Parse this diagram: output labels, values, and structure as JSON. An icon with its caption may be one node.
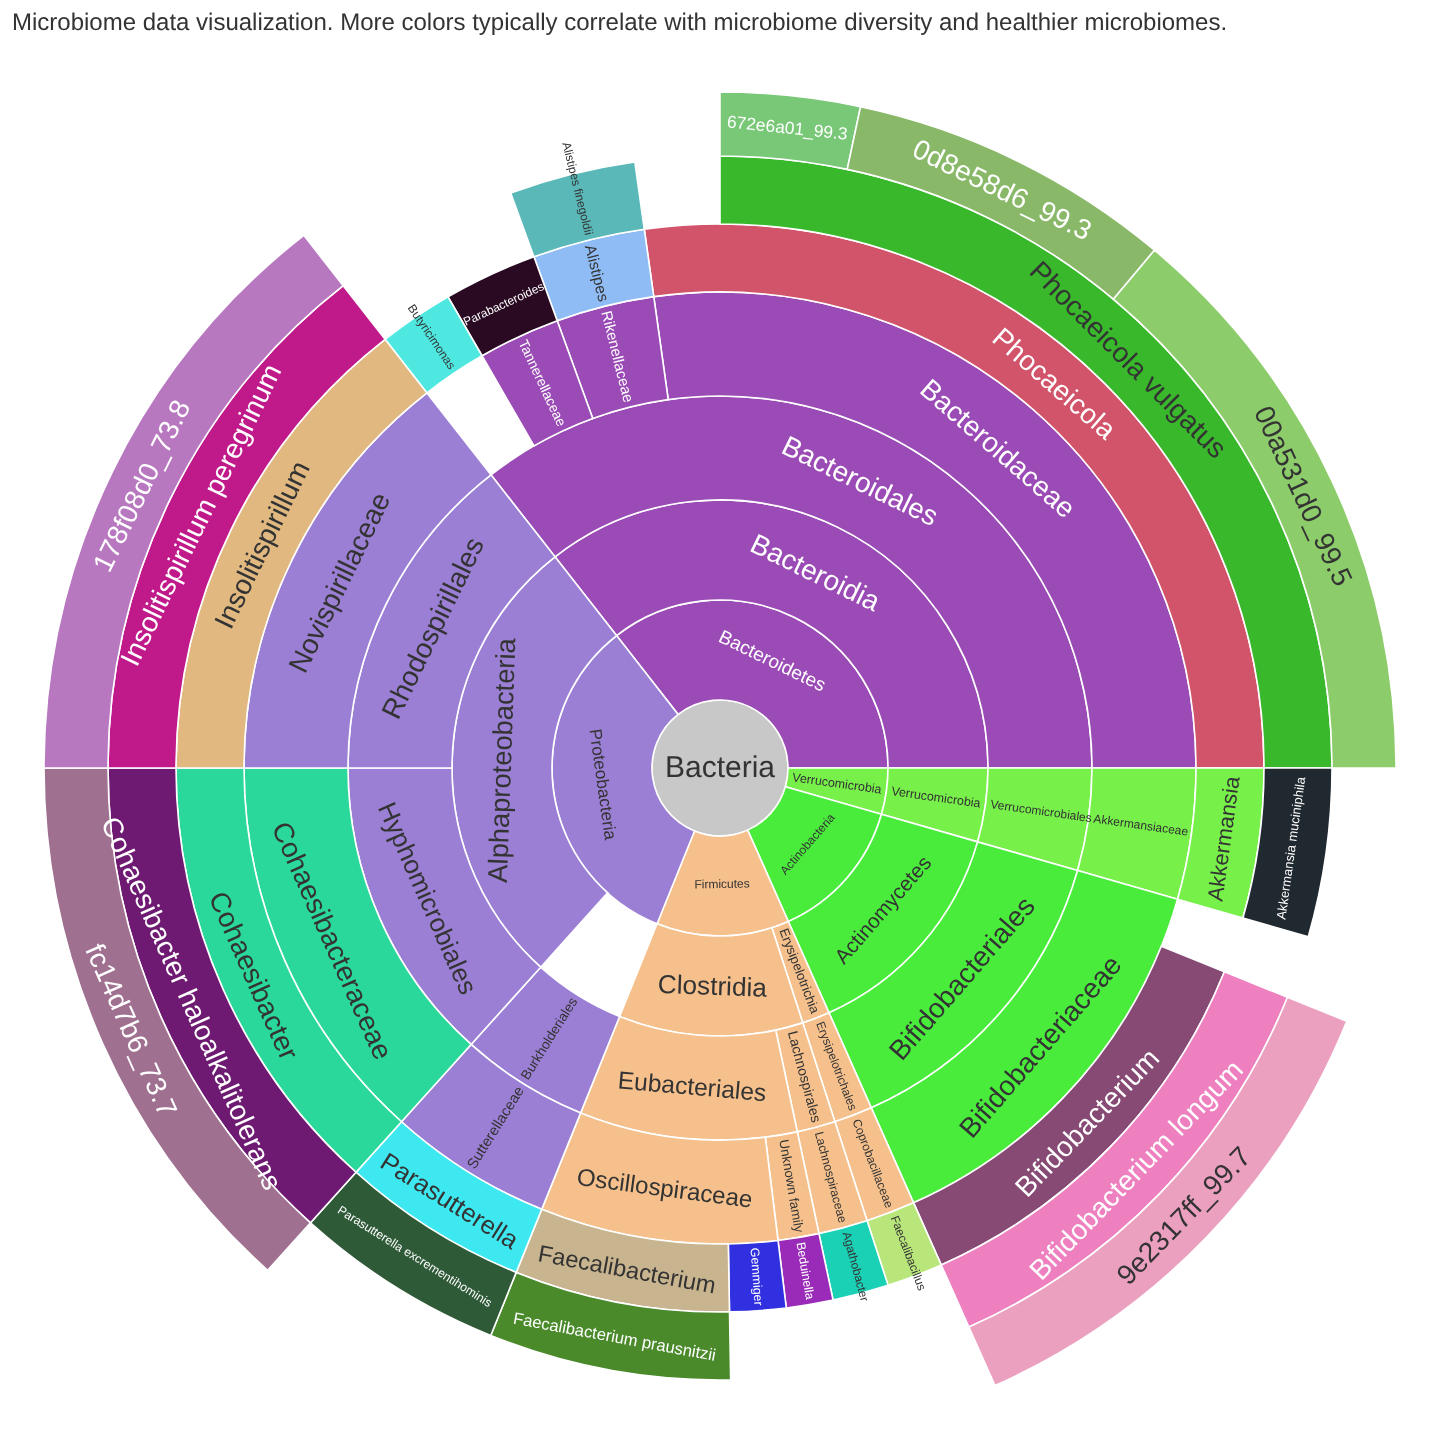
{
  "diagram": {
    "title": "Microbiome data visualization. More colors typically correlate with microbiome diversity and healthier microbiomes.",
    "nodes": [
      {
        "text": [
          "Bacteria"
        ]
      },
      {
        "text": [
          "Bacteroidetes"
        ]
      },
      {
        "text": [
          "Verrucomicrobia"
        ]
      },
      {
        "text": [
          "Actinobacteria"
        ]
      },
      {
        "text": [
          "Firmicutes"
        ]
      },
      {
        "text": [
          "Proteobacteria"
        ]
      },
      {
        "text": [
          "Bacteroidia"
        ]
      },
      {
        "text": [
          "Verrucomicrobia"
        ]
      },
      {
        "text": [
          "Actinomycetes"
        ]
      },
      {
        "text": [
          "Erysipelotrichia"
        ]
      },
      {
        "text": [
          "Clostridia"
        ]
      },
      {
        "text": [
          "Alphaproteobacteria"
        ]
      },
      {
        "text": [
          "Bacteroidales"
        ]
      },
      {
        "text": [
          "Verrucomicrobiales"
        ]
      },
      {
        "text": [
          "Bifidobacteriales"
        ]
      },
      {
        "text": [
          "Erysipelotrichales"
        ]
      },
      {
        "text": [
          "Lachnospirales"
        ]
      },
      {
        "text": [
          "Eubacteriales"
        ]
      },
      {
        "text": [
          "Burkholderiales"
        ]
      },
      {
        "text": [
          "Hyphomicrobiales"
        ]
      },
      {
        "text": [
          "Rhodospirillales"
        ]
      },
      {
        "text": [
          "Bacteroidaceae"
        ]
      },
      {
        "text": [
          "Rikenellaceae"
        ]
      },
      {
        "text": [
          "Tannerellaceae"
        ]
      },
      {
        "text": [
          "Akkermansiaceae"
        ]
      },
      {
        "text": [
          "Bifidobacteriaceae"
        ]
      },
      {
        "text": [
          "Coprobacillaceae"
        ]
      },
      {
        "text": [
          "Lachnospiraceae"
        ]
      },
      {
        "text": [
          "Unknown family"
        ]
      },
      {
        "text": [
          "Oscillospiraceae"
        ]
      },
      {
        "text": [
          "Sutterellaceae"
        ]
      },
      {
        "text": [
          "Cohaesibacteraceae"
        ]
      },
      {
        "text": [
          "Novispirillaceae"
        ]
      },
      {
        "text": [
          "Phocaeicola"
        ]
      },
      {
        "text": [
          "Alistipes"
        ]
      },
      {
        "text": [
          "Parabacteroides"
        ]
      },
      {
        "text": [
          "Butyricimonas"
        ]
      },
      {
        "text": [
          "Akkermansia"
        ]
      },
      {
        "text": [
          "Bifidobacterium"
        ]
      },
      {
        "text": [
          "Faecalibacillus"
        ]
      },
      {
        "text": [
          "Agathobacter"
        ]
      },
      {
        "text": [
          "Beduinella"
        ]
      },
      {
        "text": [
          "Gemmiger"
        ]
      },
      {
        "text": [
          "Faecalibacterium"
        ]
      },
      {
        "text": [
          "Parasutterella"
        ]
      },
      {
        "text": [
          "Cohaesibacter"
        ]
      },
      {
        "text": [
          "Insolitispirillum"
        ]
      },
      {
        "text": [
          "Phocaeicola vulgatus"
        ]
      },
      {
        "text": [
          "Alistipes finegoldii"
        ]
      },
      {
        "text": [
          "Akkermansia muciniphila"
        ]
      },
      {
        "text": [
          "Bifidobacterium longum"
        ]
      },
      {
        "text": [
          "Faecalibacterium prausnitzii"
        ]
      },
      {
        "text": [
          "Parasutterella excrementihominis"
        ]
      },
      {
        "text": [
          "Cohaesibacter haloalkalitolerans"
        ]
      },
      {
        "text": [
          "Insolitispirillum peregrinum"
        ]
      },
      {
        "text": [
          "672e6a01_99.3"
        ]
      },
      {
        "text": [
          "0d8e58d6_99.3"
        ]
      },
      {
        "text": [
          "00a531d0_99.5"
        ]
      },
      {
        "text": [
          "9e2317ff_99.7"
        ]
      },
      {
        "text": [
          "fc14d7b6_73.7"
        ]
      },
      {
        "text": [
          "178f08d0_73.8"
        ]
      }
    ]
  }
}
